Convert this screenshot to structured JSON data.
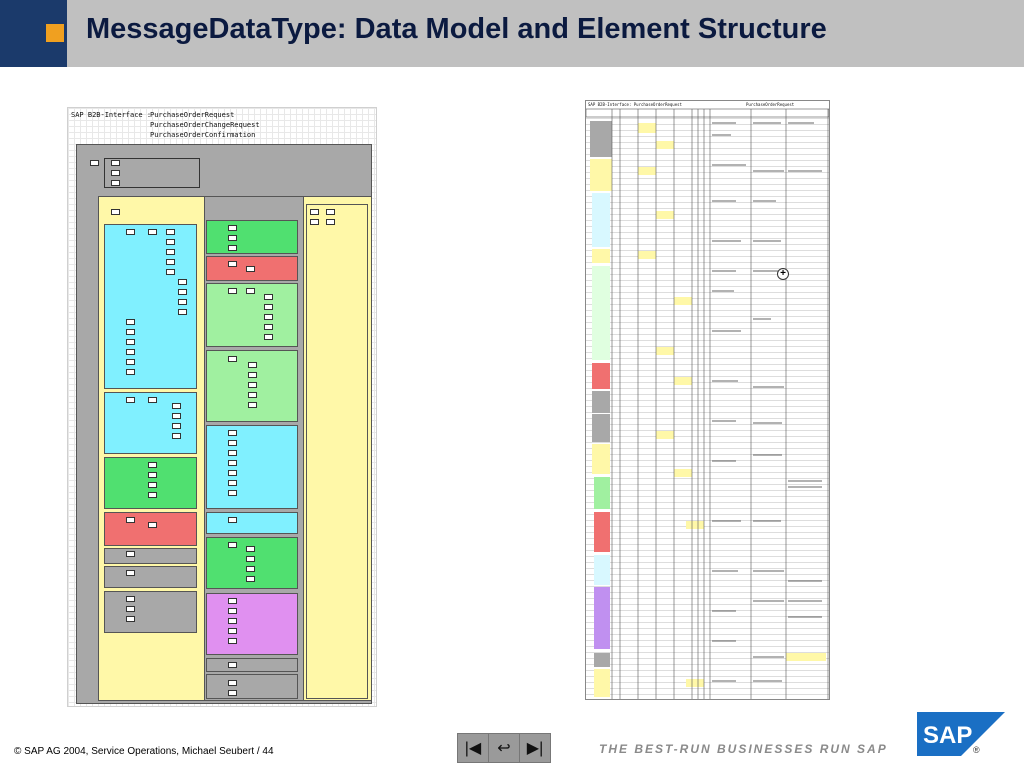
{
  "slide": {
    "title": "MessageDataType: Data Model and Element Structure"
  },
  "diagram": {
    "header_label": "SAP B2B-Interface :",
    "header_items": [
      "PurchaseOrderRequest",
      "PurchaseOrderChangeRequest",
      "PurchaseOrderConfirmation"
    ]
  },
  "spreadsheet": {
    "title_left": "SAP B2B-Interface: PurchaseOrderRequest",
    "title_right": "PurchaseOrderRequest"
  },
  "footer": {
    "copyright_symbol": "©",
    "copyright_text": "SAP AG 2004, Service Operations, Michael Seubert / 44",
    "tagline": "THE BEST-RUN BUSINESSES RUN SAP",
    "logo_text": "SAP",
    "logo_mark": "®"
  },
  "navigation": {
    "prev_label": "|◀",
    "return_label": "↩",
    "next_label": "▶|"
  },
  "colors": {
    "header_bar": "#c0c0c0",
    "header_left": "#1b3a6b",
    "header_accent": "#f0a020",
    "title_text": "#0b1a40",
    "cyan": "#80f0ff",
    "green": "#50e070",
    "red": "#f07070",
    "light_green": "#a0f0a0",
    "purple": "#e090f0",
    "yellow": "#fff8a8",
    "gray": "#a8a8a8",
    "sap_blue": "#1a6fc4"
  }
}
